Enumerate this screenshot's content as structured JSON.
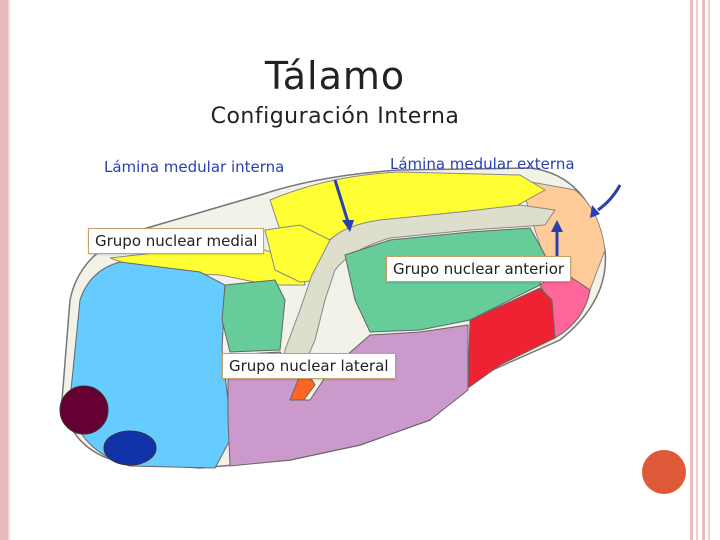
{
  "slide": {
    "title": "Tálamo",
    "subtitle": "Configuración Interna"
  },
  "labels": {
    "lamina_interna": "Lámina medular interna",
    "lamina_externa": "Lámina medular externa",
    "grupo_medial": "Grupo nuclear medial",
    "grupo_anterior": "Grupo nuclear anterior",
    "grupo_lateral": "Grupo nuclear lateral"
  },
  "colors": {
    "accent_frame": "#e8bcbc",
    "accent_dot": "#e05a3a",
    "label_blue": "#2a40b0",
    "arrow_blue": "#2a40b0",
    "region_yellow": "#ffff33",
    "region_green": "#66cc99",
    "region_blue": "#66ccff",
    "region_purple": "#cc99cc",
    "region_red": "#ee2233",
    "region_pink": "#ff6699",
    "region_peach": "#ffcc99",
    "region_orange": "#ff6622",
    "region_maroon": "#660033",
    "region_darkblue": "#1133aa"
  }
}
